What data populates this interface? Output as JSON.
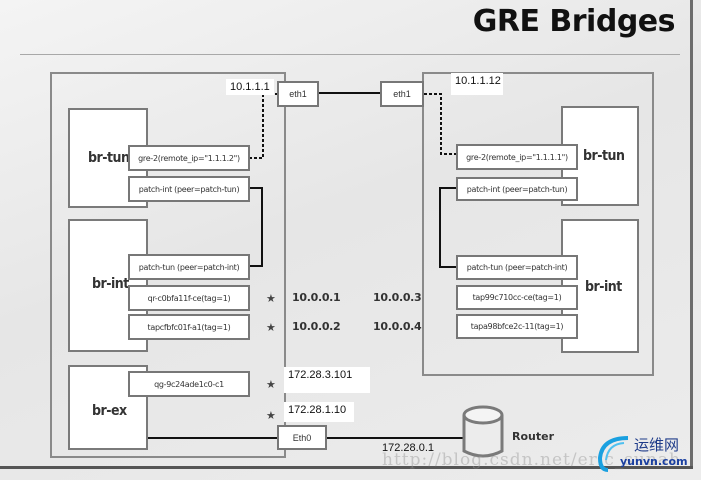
{
  "title": "GRE Bridges",
  "hosts": {
    "left": {
      "ip": "10.1.1.1",
      "nic": "eth1",
      "bridges": {
        "br_tun": {
          "label": "br-tun",
          "ports": [
            "gre-2(remote_ip=\"1.1.1.2\")",
            "patch-int (peer=patch-tun)"
          ]
        },
        "br_int": {
          "label": "br-int",
          "ports": [
            "patch-tun (peer=patch-int)",
            "qr-c0bfa11f-ce(tag=1)",
            "tapcfbfc01f-a1(tag=1)"
          ]
        },
        "br_ex": {
          "label": "br-ex",
          "ports": [
            "qg-9c24ade1c0-c1"
          ]
        }
      },
      "ext_nic": "Eth0"
    },
    "right": {
      "ip": "10.1.1.12",
      "nic": "eth1",
      "bridges": {
        "br_tun": {
          "label": "br-tun",
          "ports": [
            "gre-2(remote_ip=\"1.1.1.1\")",
            "patch-int (peer=patch-tun)"
          ]
        },
        "br_int": {
          "label": "br-int",
          "ports": [
            "patch-tun (peer=patch-int)",
            "tap99c710cc-ce(tag=1)",
            "tapa98bfce2c-11(tag=1)"
          ]
        }
      }
    }
  },
  "vm_ips": {
    "left": [
      "10.0.0.1",
      "10.0.0.2"
    ],
    "right": [
      "10.0.0.3",
      "10.0.0.4"
    ]
  },
  "external_ips": [
    "172.28.3.101",
    "172.28.1.10"
  ],
  "router": {
    "label": "Router",
    "ip": "172.28.0.1"
  },
  "marker_glyph": "★",
  "watermark": {
    "url": "http://blog.csdn.net/eric_sunah",
    "logo_cn": "运维网",
    "logo_en": "yunvn.com"
  }
}
